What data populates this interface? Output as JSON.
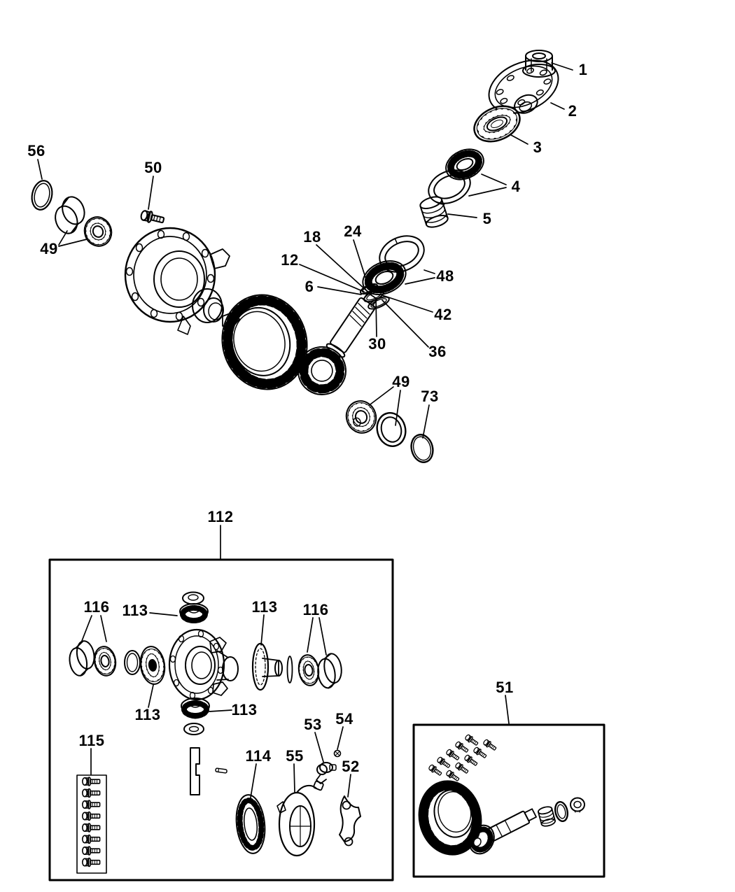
{
  "diagram": {
    "background": "#ffffff",
    "ink_color": "#000000",
    "callouts": {
      "main": [
        {
          "label": "1"
        },
        {
          "label": "2"
        },
        {
          "label": "3"
        },
        {
          "label": "4"
        },
        {
          "label": "5"
        },
        {
          "label": "56"
        },
        {
          "label": "50"
        },
        {
          "label": "49"
        },
        {
          "label": "18"
        },
        {
          "label": "24"
        },
        {
          "label": "12"
        },
        {
          "label": "6"
        },
        {
          "label": "48"
        },
        {
          "label": "42"
        },
        {
          "label": "30"
        },
        {
          "label": "36"
        },
        {
          "label": "49"
        },
        {
          "label": "73"
        }
      ],
      "box112": [
        {
          "label": "112"
        },
        {
          "label": "116"
        },
        {
          "label": "113"
        },
        {
          "label": "113"
        },
        {
          "label": "116"
        },
        {
          "label": "113"
        },
        {
          "label": "113"
        },
        {
          "label": "115"
        },
        {
          "label": "114"
        },
        {
          "label": "55"
        },
        {
          "label": "53"
        },
        {
          "label": "54"
        },
        {
          "label": "52"
        }
      ],
      "box51": [
        {
          "label": "51"
        }
      ]
    }
  }
}
